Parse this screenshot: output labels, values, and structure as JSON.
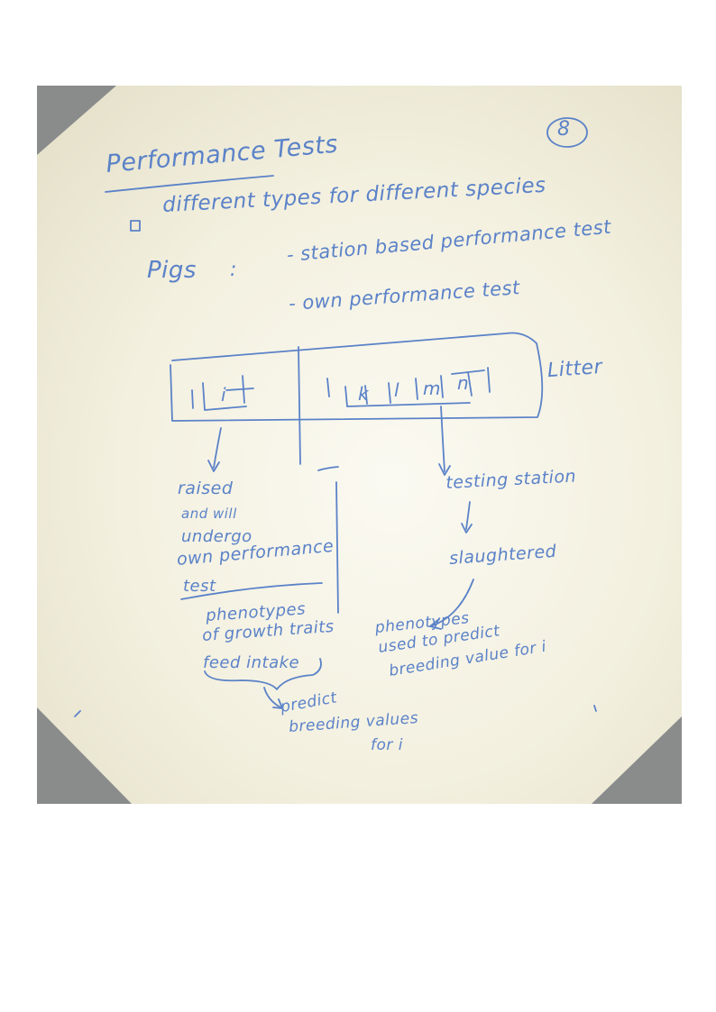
{
  "page_number": "8",
  "heading": "Performance Tests",
  "bullet_text": "different types for different species",
  "pigs": {
    "label": "Pigs",
    "colon": ":",
    "items": [
      "- station based performance test",
      "- own performance test"
    ]
  },
  "litter": {
    "label": "Litter",
    "left_pig": "i",
    "right_pigs": [
      "k",
      "l",
      "m",
      "n"
    ]
  },
  "left_branch": {
    "lines": [
      "raised",
      "and will",
      "undergo",
      "own performance",
      "test"
    ],
    "phenotypes": [
      "phenotypes",
      "of growth traits",
      "feed intake"
    ],
    "predict": [
      "predict",
      "breeding values",
      "for i"
    ]
  },
  "right_branch": {
    "testing": "testing station",
    "slaughtered": "slaughtered",
    "phenotypes": [
      "phenotypes",
      "used to predict",
      "breeding value for i"
    ]
  }
}
